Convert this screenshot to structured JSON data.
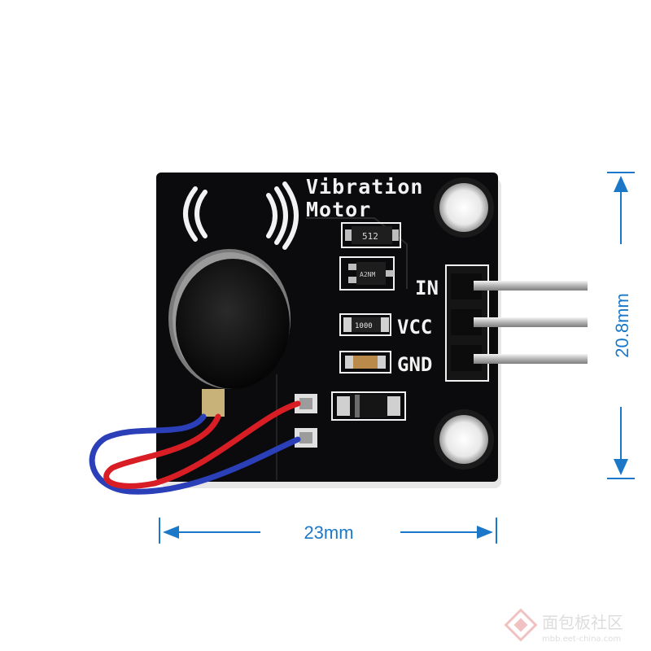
{
  "board": {
    "title_line1": "Vibration",
    "title_line2": "Motor",
    "pins": [
      "IN",
      "VCC",
      "GND"
    ],
    "component_codes": {
      "ic": "512",
      "transistor": "A2NM",
      "resistor": "1000"
    },
    "colors": {
      "pcb": "#0b0b0d",
      "silkscreen": "#f2f2f2",
      "motor": "#141414",
      "motor_rim": "#8a8a8a",
      "wire_red": "#d81e24",
      "wire_blue": "#2a3fb8",
      "pin_metal": "#c9c9c9"
    }
  },
  "dimensions": {
    "width_label": "23mm",
    "height_label": "20.8mm",
    "arrow_color": "#1b78c8"
  },
  "watermark": {
    "text": "面包板社区",
    "subtext": "mbb.eet-china.com"
  }
}
